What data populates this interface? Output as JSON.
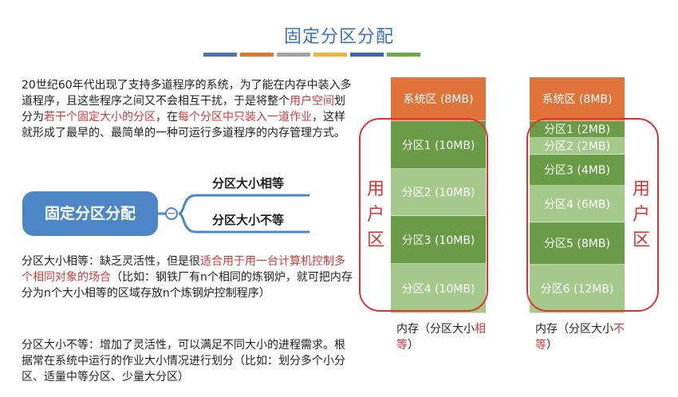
{
  "title": "固定分区分配",
  "colors": {
    "title": "#3d73b7",
    "stripes": [
      "#4a74b4",
      "#e0762f",
      "#a3a3a3",
      "#f2b43c",
      "#3e66aa",
      "#6fa84a"
    ],
    "system_block": "#e0733a",
    "green_dark": "#6a9c47",
    "green_light": "#a5c98a",
    "mindmap_box": "#4d86c6",
    "highlight_red": "#d13b3b",
    "oval_red": "#d33333"
  },
  "intro": {
    "p1": "20世纪60年代出现了支持多道程序的系统，为了能在内存中装入多道程序，且这些程序之间又不会相互干扰，于是将整个",
    "p1_red1": "用户空间",
    "p1_mid1": "划分为",
    "p1_red2": "若干个固定大小的分区",
    "p1_mid2": "，在",
    "p1_red3": "每个分区中只装入一道作业",
    "p1_end": "，这样就形成了最早的、最简单的一种可运行多道程序的内存管理方式。"
  },
  "mindmap": {
    "center": "固定分区分配",
    "collapse_symbol": "⊖",
    "branch1": "分区大小相等",
    "branch2": "分区大小不等"
  },
  "equal_desc": {
    "a": "分区大小相等：缺乏灵活性，但是很",
    "red": "适合用于用一台计算机控制多个相同对象的场合",
    "b": "（比如：钢铁厂有n个相同的炼钢炉，就可把内存分为n个大小相等的区域存放n个炼钢炉控制程序）"
  },
  "unequal_desc": {
    "text": "分区大小不等：增加了灵活性，可以满足不同大小的进程需求。根据常在系统中运行的作业大小情况进行划分（比如：划分多个小分区、适量中等分区、少量大分区）"
  },
  "memory_equal": {
    "system": "系统区 (8MB)",
    "parts": [
      "分区1 (10MB)",
      "分区2 (10MB)",
      "分区3 (10MB)",
      "分区4 (10MB)"
    ],
    "user_label": [
      "用",
      "户",
      "区"
    ],
    "caption_a": "内存（分区大小",
    "caption_red": "相等",
    "caption_b": "）"
  },
  "memory_unequal": {
    "system": "系统区 (8MB)",
    "parts": [
      "分区1 (2MB)",
      "分区2 (2MB)",
      "分区3 (4MB)",
      "分区4 (6MB)",
      "分区5 (8MB)",
      "分区6 (12MB)"
    ],
    "user_label": [
      "用",
      "户",
      "区"
    ],
    "caption_a": "内存（分区大小",
    "caption_red": "不等",
    "caption_b": "）"
  }
}
